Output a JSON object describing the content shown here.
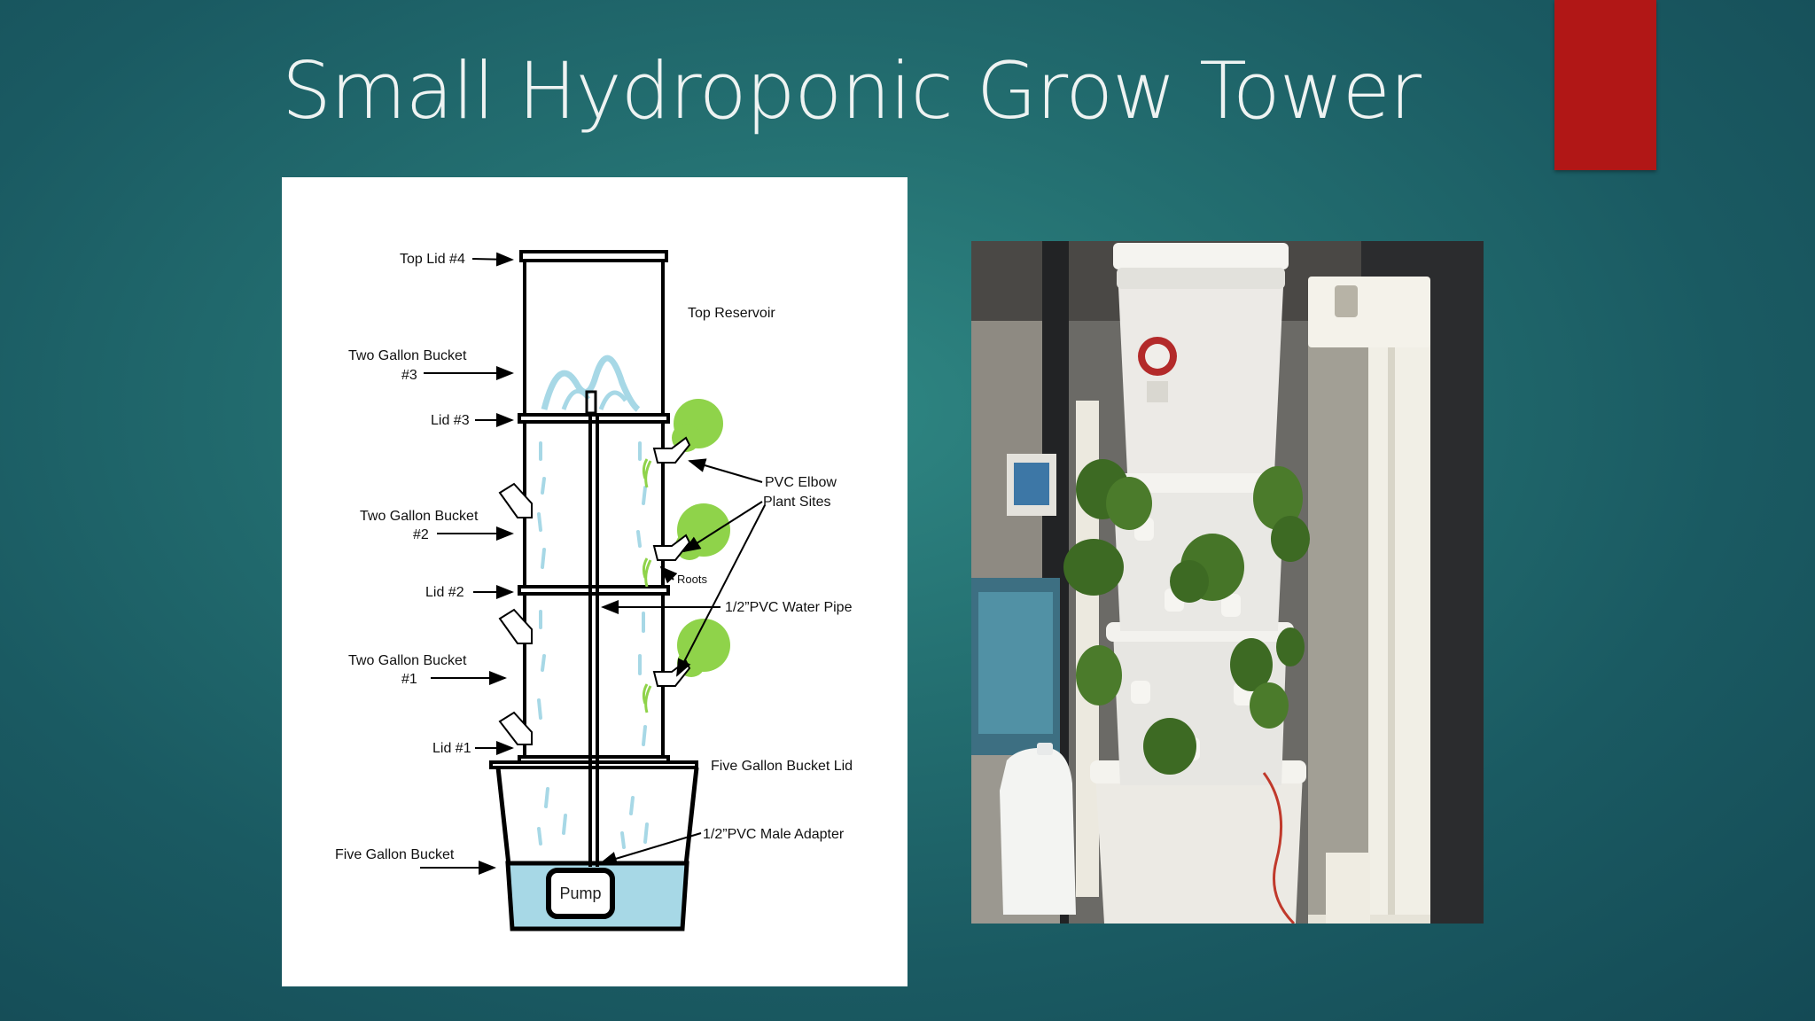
{
  "slide": {
    "title": "Small Hydroponic Grow Tower",
    "accent_color": "#b11716",
    "background_color": "#1f6468"
  },
  "diagram": {
    "labels": {
      "top_lid": "Top Lid #4",
      "top_reservoir": "Top  Reservoir",
      "bucket3_line1": "Two Gallon Bucket",
      "bucket3_line2": "#3",
      "lid3": "Lid #3",
      "pvc_elbow_line1": "PVC Elbow",
      "pvc_elbow_line2": "Plant  Sites",
      "bucket2_line1": "Two Gallon Bucket",
      "bucket2_line2": "#2",
      "roots": "Roots",
      "lid2": "Lid #2",
      "water_pipe": "1/2”PVC Water Pipe",
      "bucket1_line1": "Two Gallon Bucket",
      "bucket1_line2": "#1",
      "lid1": "Lid #1",
      "five_gallon_lid": "Five Gallon Bucket Lid",
      "male_adapter": "1/2”PVC  Male Adapter",
      "five_gallon_bucket": "Five Gallon Bucket",
      "pump": "Pump"
    },
    "colors": {
      "water": "#a7d8e6",
      "plant": "#8fd34a",
      "line": "#000000"
    }
  },
  "photo": {
    "subject": "stacked white bucket hydroponic tower with leafy plants"
  }
}
